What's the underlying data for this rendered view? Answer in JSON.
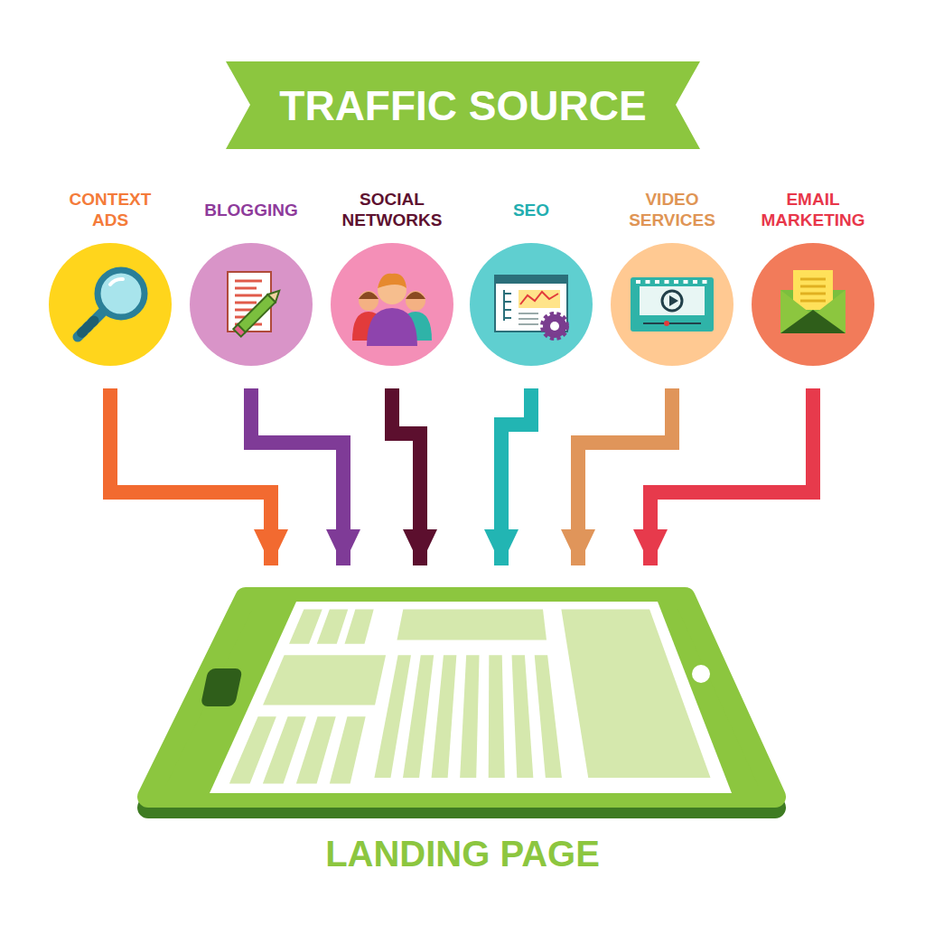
{
  "diagram": {
    "title": "TRAFFIC SOURCE",
    "nodes": [
      {
        "text": [
          "CONTEXT ADS"
        ]
      },
      {
        "text": [
          "BLOGGING"
        ]
      },
      {
        "text": [
          "SOCIAL NETWORKS"
        ]
      },
      {
        "text": [
          "SEO"
        ]
      },
      {
        "text": [
          "VIDEO SERVICES"
        ]
      },
      {
        "text": [
          "EMAIL MARKETING"
        ]
      },
      {
        "text": [
          "LANDING PAGE"
        ]
      }
    ],
    "edges": [
      {
        "from": 0,
        "to": 6,
        "arrow": "to"
      },
      {
        "from": 1,
        "to": 6,
        "arrow": "to"
      },
      {
        "from": 2,
        "to": 6,
        "arrow": "to"
      },
      {
        "from": 3,
        "to": 6,
        "arrow": "to"
      },
      {
        "from": 4,
        "to": 6,
        "arrow": "to"
      },
      {
        "from": 5,
        "to": 6,
        "arrow": "to"
      }
    ]
  }
}
